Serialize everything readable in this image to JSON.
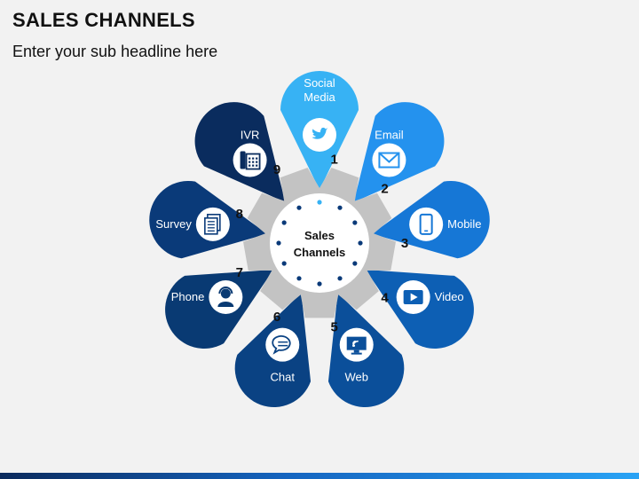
{
  "header": {
    "title": "SALES CHANNELS",
    "subtitle": "Enter your sub headline here"
  },
  "center": {
    "line1": "Sales",
    "line2": "Channels"
  },
  "channels": [
    {
      "number": "1",
      "label_lines": [
        "Social",
        "Media"
      ],
      "icon": "twitter-icon",
      "color": "#37b2f4"
    },
    {
      "number": "2",
      "label_lines": [
        "Email"
      ],
      "icon": "envelope-icon",
      "color": "#2492ee"
    },
    {
      "number": "3",
      "label_lines": [
        "Mobile"
      ],
      "icon": "mobile-phone-icon",
      "color": "#1677d6"
    },
    {
      "number": "4",
      "label_lines": [
        "Video"
      ],
      "icon": "video-play-icon",
      "color": "#0d5fb4"
    },
    {
      "number": "5",
      "label_lines": [
        "Web"
      ],
      "icon": "web-monitor-icon",
      "color": "#0b4f9a"
    },
    {
      "number": "6",
      "label_lines": [
        "Chat"
      ],
      "icon": "chat-bubble-icon",
      "color": "#0a4283"
    },
    {
      "number": "7",
      "label_lines": [
        "Phone"
      ],
      "icon": "person-headset-icon",
      "color": "#093a73"
    },
    {
      "number": "8",
      "label_lines": [
        "Survey"
      ],
      "icon": "survey-document-icon",
      "color": "#0a3a79"
    },
    {
      "number": "9",
      "label_lines": [
        "IVR"
      ],
      "icon": "desk-phone-icon",
      "color": "#0a2c5e"
    }
  ],
  "colors": {
    "gear": "#c3c3c3",
    "hub": "#ffffff",
    "dot_dark": "#0a3a79",
    "dot_accent": "#37b2f4"
  }
}
